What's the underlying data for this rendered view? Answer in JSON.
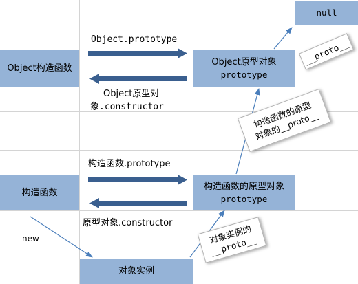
{
  "null_box": "null",
  "object_ctor": "Object构造函数",
  "object_proto": {
    "line1": "Object原型对象",
    "line2": "prototype"
  },
  "ctor": "构造函数",
  "ctor_proto": {
    "line1": "构造函数的原型对象",
    "line2": "prototype"
  },
  "instance": "对象实例",
  "labels": {
    "object_prototype": "Object.prototype",
    "object_constructor_1": "Object原型对",
    "object_constructor_2": "象.constructor",
    "ctor_prototype": "构造函数.prototype",
    "proto_constructor": "原型对象.constructor",
    "new": "new"
  },
  "notes": {
    "null_proto": "__proto__",
    "ctor_proto_1": "构造函数的原型",
    "ctor_proto_2": "对象的__proto__",
    "instance_1": "对象实例的",
    "instance_2": "__proto__"
  },
  "colors": {
    "box_fill": "#95b3d7",
    "arrow_thick": "#3a5f8f",
    "arrow_thin": "#4a7ebb",
    "grid": "#d4d4d4"
  }
}
